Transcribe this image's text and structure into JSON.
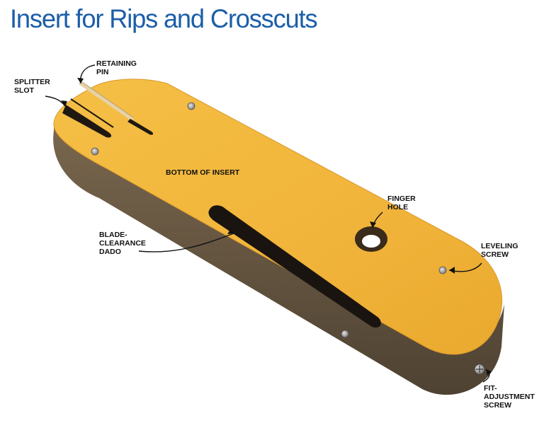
{
  "title": "Insert for Rips and Crosscuts",
  "labels": {
    "retaining_pin": [
      "RETAINING",
      "PIN"
    ],
    "splitter_slot": [
      "SPLITTER",
      "SLOT"
    ],
    "bottom_of_insert": "BOTTOM OF INSERT",
    "finger_hole": [
      "FINGER",
      "HOLE"
    ],
    "blade_clearance_dado": [
      "BLADE-",
      "CLEARANCE",
      "DADO"
    ],
    "leveling_screw": [
      "LEVELING",
      "SCREW"
    ],
    "fit_adjustment_screw": [
      "FIT-",
      "ADJUSTMENT",
      "SCREW"
    ]
  },
  "colors": {
    "title": "#1b5ea8",
    "insert_top": "#f2b63a",
    "insert_edge": "#6b5a44",
    "slot": "#1a1410"
  }
}
